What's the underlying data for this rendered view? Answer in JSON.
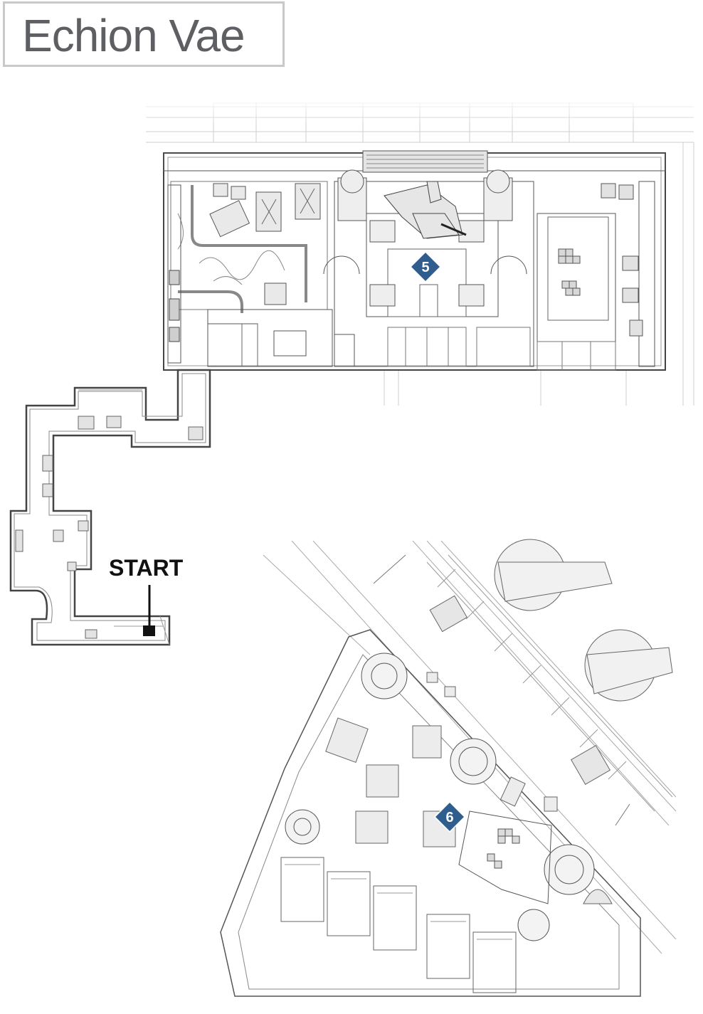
{
  "map": {
    "title": "Echion Vae",
    "start_label": "START",
    "markers": [
      {
        "label": "5"
      },
      {
        "label": "6"
      }
    ],
    "colors": {
      "marker_fill": "#2f5e8e",
      "line": "#555555",
      "title_text": "#5d5f63",
      "title_border": "#c9c9c9"
    }
  }
}
